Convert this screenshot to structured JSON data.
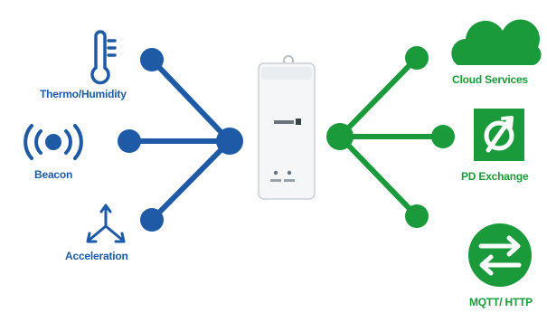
{
  "colors": {
    "blue": "#1e5aa6",
    "green": "#1a9a3a",
    "device_body": "#f4f6f8",
    "device_outline": "#c9cfd5"
  },
  "sensors": [
    {
      "label": "Thermo/Humidity",
      "icon": "thermometer-icon"
    },
    {
      "label": "Beacon",
      "icon": "beacon-icon"
    },
    {
      "label": "Acceleration",
      "icon": "acceleration-axes-icon"
    }
  ],
  "services": [
    {
      "label": "Cloud Services",
      "icon": "cloud-icon"
    },
    {
      "label": "PD Exchange",
      "icon": "pd-exchange-icon"
    },
    {
      "label": "MQTT/ HTTP",
      "icon": "swap-arrows-icon"
    }
  ],
  "device": {
    "name": "gateway-device"
  }
}
